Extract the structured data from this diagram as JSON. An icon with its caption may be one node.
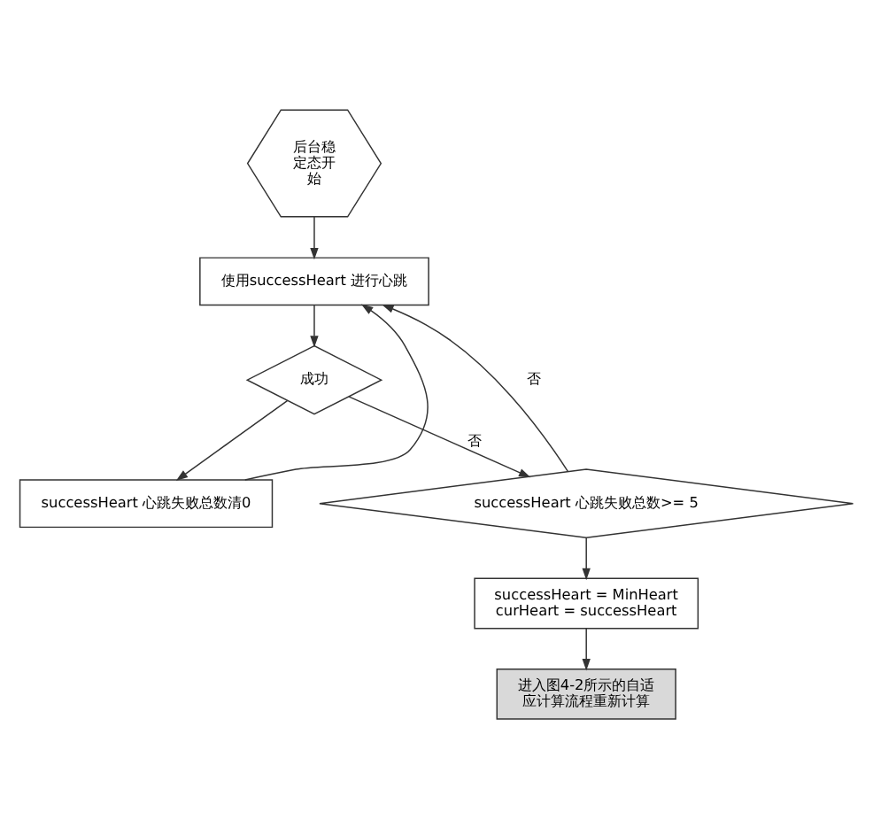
{
  "diagram": {
    "nodes": [
      {
        "text": [
          "后台稳定态开始"
        ]
      },
      {
        "text": [
          "使用successHeart 进行心跳"
        ]
      },
      {
        "text": [
          "成功"
        ]
      },
      {
        "text": [
          "successHeart 心跳失败总数清0"
        ]
      },
      {
        "text": [
          "successHeart 心跳失败总数>= 5"
        ]
      },
      {
        "text": [
          "successHeart = MinHeart",
          "curHeart = successHeart"
        ]
      },
      {
        "text": [
          "进入图4-2所示的自适应计算流程重新计算"
        ]
      }
    ],
    "edges": [
      {
        "from": 0,
        "to": 1,
        "arrow": "to"
      },
      {
        "from": 1,
        "to": 2,
        "arrow": "to"
      },
      {
        "from": 2,
        "to": 3,
        "arrow": "to"
      },
      {
        "from": 3,
        "to": 1,
        "arrow": "to"
      },
      {
        "from": 2,
        "to": 4,
        "label": "否",
        "arrow": "to"
      },
      {
        "from": 4,
        "to": 1,
        "label": "否",
        "arrow": "to"
      },
      {
        "from": 4,
        "to": 5,
        "arrow": "to"
      },
      {
        "from": 5,
        "to": 6,
        "arrow": "to"
      }
    ]
  }
}
